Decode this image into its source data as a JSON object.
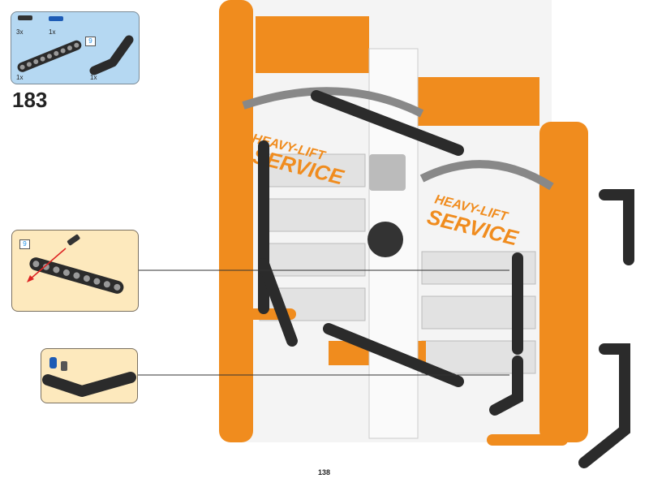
{
  "parts_list": {
    "items": [
      {
        "name": "black-friction-pin-with-axle",
        "qty": "3x"
      },
      {
        "name": "blue-axle-pin",
        "qty": "1x"
      },
      {
        "name": "black-beam-9",
        "qty": "1x",
        "length": "9"
      },
      {
        "name": "black-bent-beam",
        "qty": "1x"
      }
    ]
  },
  "step_number": "183",
  "callout_1": {
    "length": "9"
  },
  "model_text": {
    "line1": "HEAVY-LIFT",
    "line2": "SERVICE"
  },
  "page_number": "138",
  "colors": {
    "orange": "#f08c1e",
    "black": "#2b2b2b",
    "callout_bg": "#fde9bd",
    "parts_bg": "#b5d8f2"
  }
}
